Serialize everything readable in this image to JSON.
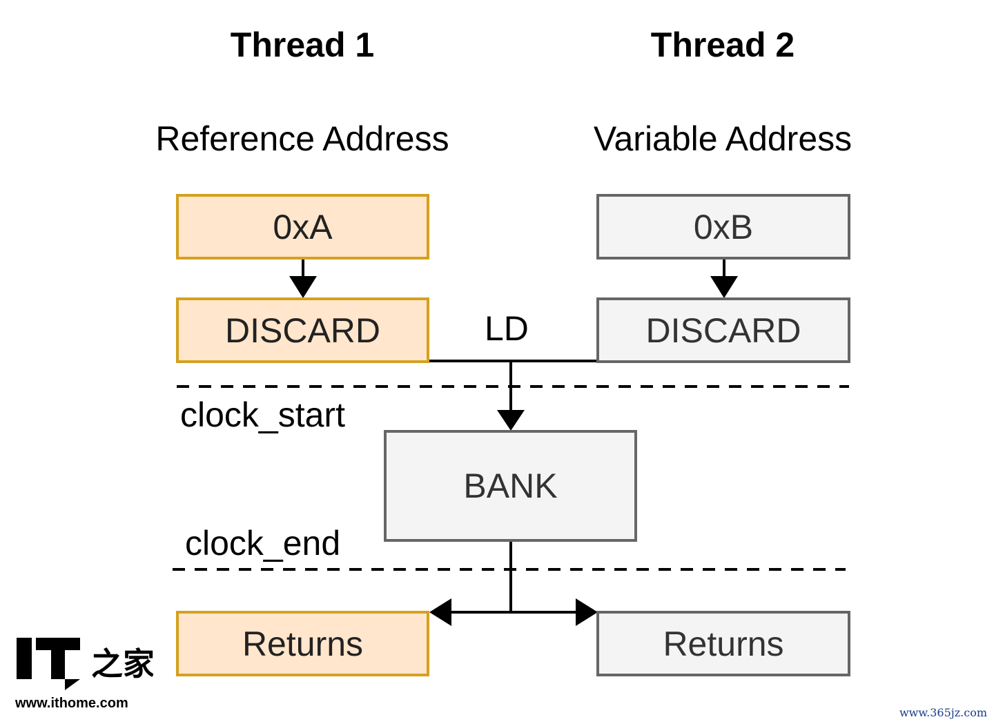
{
  "threads": {
    "t1_title": "Thread 1",
    "t2_title": "Thread 2",
    "t1_subtitle": "Reference Address",
    "t2_subtitle": "Variable Address"
  },
  "boxes": {
    "addr_a": "0xA",
    "addr_b": "0xB",
    "discard_1": "DISCARD",
    "discard_2": "DISCARD",
    "bank": "BANK",
    "returns_1": "Returns",
    "returns_2": "Returns"
  },
  "labels": {
    "ld": "LD",
    "clock_start": "clock_start",
    "clock_end": "clock_end"
  },
  "logo": {
    "url": "www.ithome.com",
    "mark": "IT之家"
  },
  "watermark": "www.365jz.com",
  "colors": {
    "thread1_fill": "#ffe6cc",
    "thread1_border": "#d4a11f",
    "thread2_fill": "#f4f4f4",
    "thread2_border": "#666666"
  }
}
